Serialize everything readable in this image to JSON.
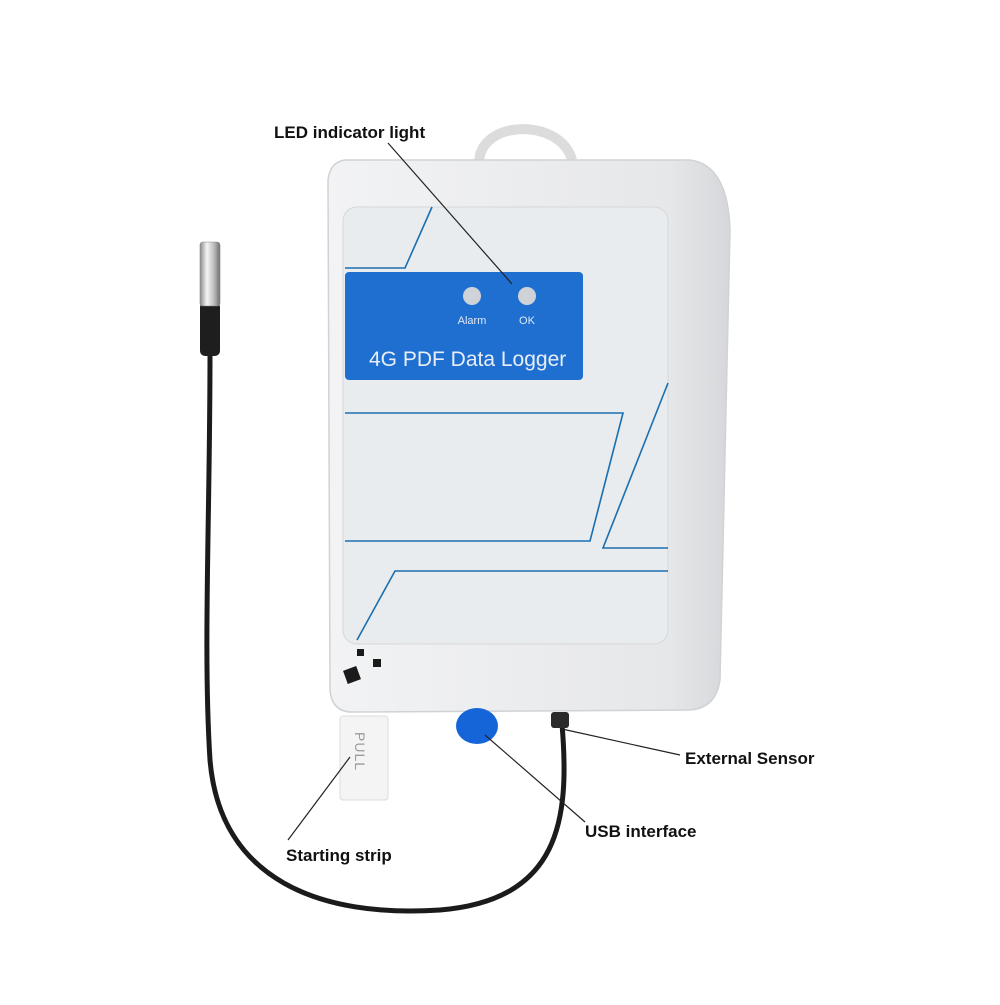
{
  "callouts": {
    "led": "LED indicator light",
    "external_sensor": "External Sensor",
    "usb": "USB interface",
    "strip": "Starting strip"
  },
  "device": {
    "led_alarm_label": "Alarm",
    "led_ok_label": "OK",
    "product_name": "4G PDF Data Logger",
    "pull_label": "PULL"
  },
  "colors": {
    "panel_blue": "#1f6fd1",
    "usb_blue": "#1565d8",
    "line_blue": "#1a6fb0",
    "body": "#e9eaec",
    "cable": "#1b1b1b"
  }
}
